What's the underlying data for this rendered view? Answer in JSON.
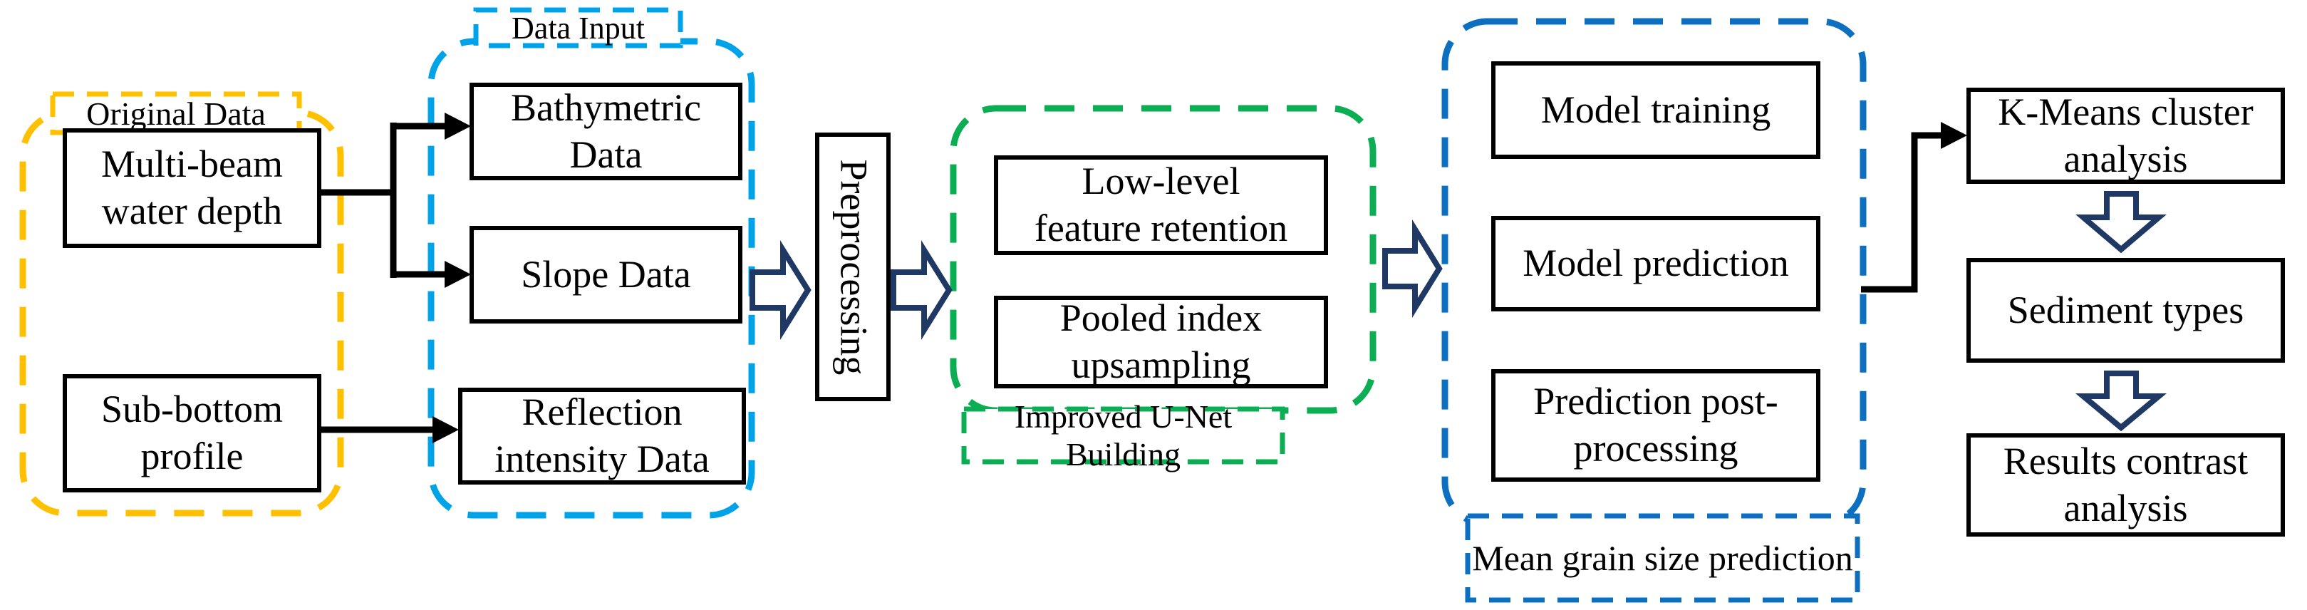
{
  "diagram": {
    "title": "Sediment classification workflow flowchart",
    "groups": [
      {
        "id": "original-data",
        "label": "Original Data",
        "color": "#FFC000"
      },
      {
        "id": "data-input",
        "label": "Data Input",
        "color": "#00A3E8"
      },
      {
        "id": "improved-unet",
        "label": "Improved U-Net Building",
        "color": "#0BAE52"
      },
      {
        "id": "mean-grain-size",
        "label": "Mean grain size prediction",
        "color": "#0C6FC0"
      }
    ],
    "nodes": [
      {
        "id": "multi-beam",
        "label": "Multi-beam water depth",
        "lines": [
          "Multi-beam",
          "water depth"
        ]
      },
      {
        "id": "sub-bottom",
        "label": "Sub-bottom profile",
        "lines": [
          "Sub-bottom",
          "profile"
        ]
      },
      {
        "id": "bathymetric",
        "label": "Bathymetric Data",
        "lines": [
          "Bathymetric",
          "Data"
        ]
      },
      {
        "id": "slope",
        "label": "Slope Data",
        "lines": [
          "Slope Data"
        ]
      },
      {
        "id": "reflection",
        "label": "Reflection intensity Data",
        "lines": [
          "Reflection",
          "intensity Data"
        ]
      },
      {
        "id": "preprocessing",
        "label": "Preprocessing",
        "lines": [
          "Preprocessing"
        ]
      },
      {
        "id": "low-level",
        "label": "Low-level feature retention",
        "lines": [
          "Low-level",
          "feature retention"
        ]
      },
      {
        "id": "pooled-index",
        "label": "Pooled index upsampling",
        "lines": [
          "Pooled index",
          "upsampling"
        ]
      },
      {
        "id": "model-training",
        "label": "Model training",
        "lines": [
          "Model training"
        ]
      },
      {
        "id": "model-prediction",
        "label": "Model prediction",
        "lines": [
          "Model prediction"
        ]
      },
      {
        "id": "prediction-post",
        "label": "Prediction post-processing",
        "lines": [
          "Prediction post-",
          "processing"
        ]
      },
      {
        "id": "kmeans",
        "label": "K-Means cluster analysis",
        "lines": [
          "K-Means cluster",
          "analysis"
        ]
      },
      {
        "id": "sediment-types",
        "label": "Sediment types",
        "lines": [
          "Sediment types"
        ]
      },
      {
        "id": "results-contrast",
        "label": "Results contrast analysis",
        "lines": [
          "Results contrast",
          "analysis"
        ]
      }
    ],
    "colors": {
      "group_original": "#FFC000",
      "group_data_input": "#00A3E8",
      "group_unet": "#0BAE52",
      "group_grain": "#0C6FC0",
      "hollow_arrow": "#1F3864",
      "connector": "#000000",
      "box_border": "#000000",
      "background": "#FFFFFF"
    }
  }
}
